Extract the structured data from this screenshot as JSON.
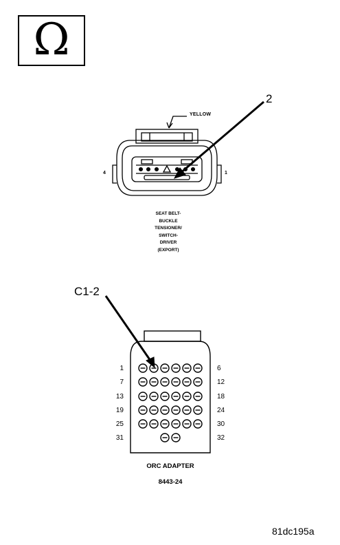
{
  "symbol": {
    "name": "ohm-symbol",
    "glyph": "Ω"
  },
  "top_connector": {
    "color_label": "YELLOW",
    "callout": "2",
    "pin_left": "4",
    "pin_right": "1",
    "caption": [
      "SEAT BELT-",
      "BUCKLE",
      "TENSIONER/",
      "SWITCH-",
      "DRIVER",
      "(EXPORT)"
    ]
  },
  "bottom_connector": {
    "callout": "C1-2",
    "rows": [
      {
        "left": "1",
        "right": "6"
      },
      {
        "left": "7",
        "right": "12"
      },
      {
        "left": "13",
        "right": "18"
      },
      {
        "left": "19",
        "right": "24"
      },
      {
        "left": "25",
        "right": "30"
      },
      {
        "left": "31",
        "right": "32"
      }
    ],
    "title": "ORC ADAPTER",
    "part_number": "8443-24"
  },
  "figure_id": "81dc195a"
}
